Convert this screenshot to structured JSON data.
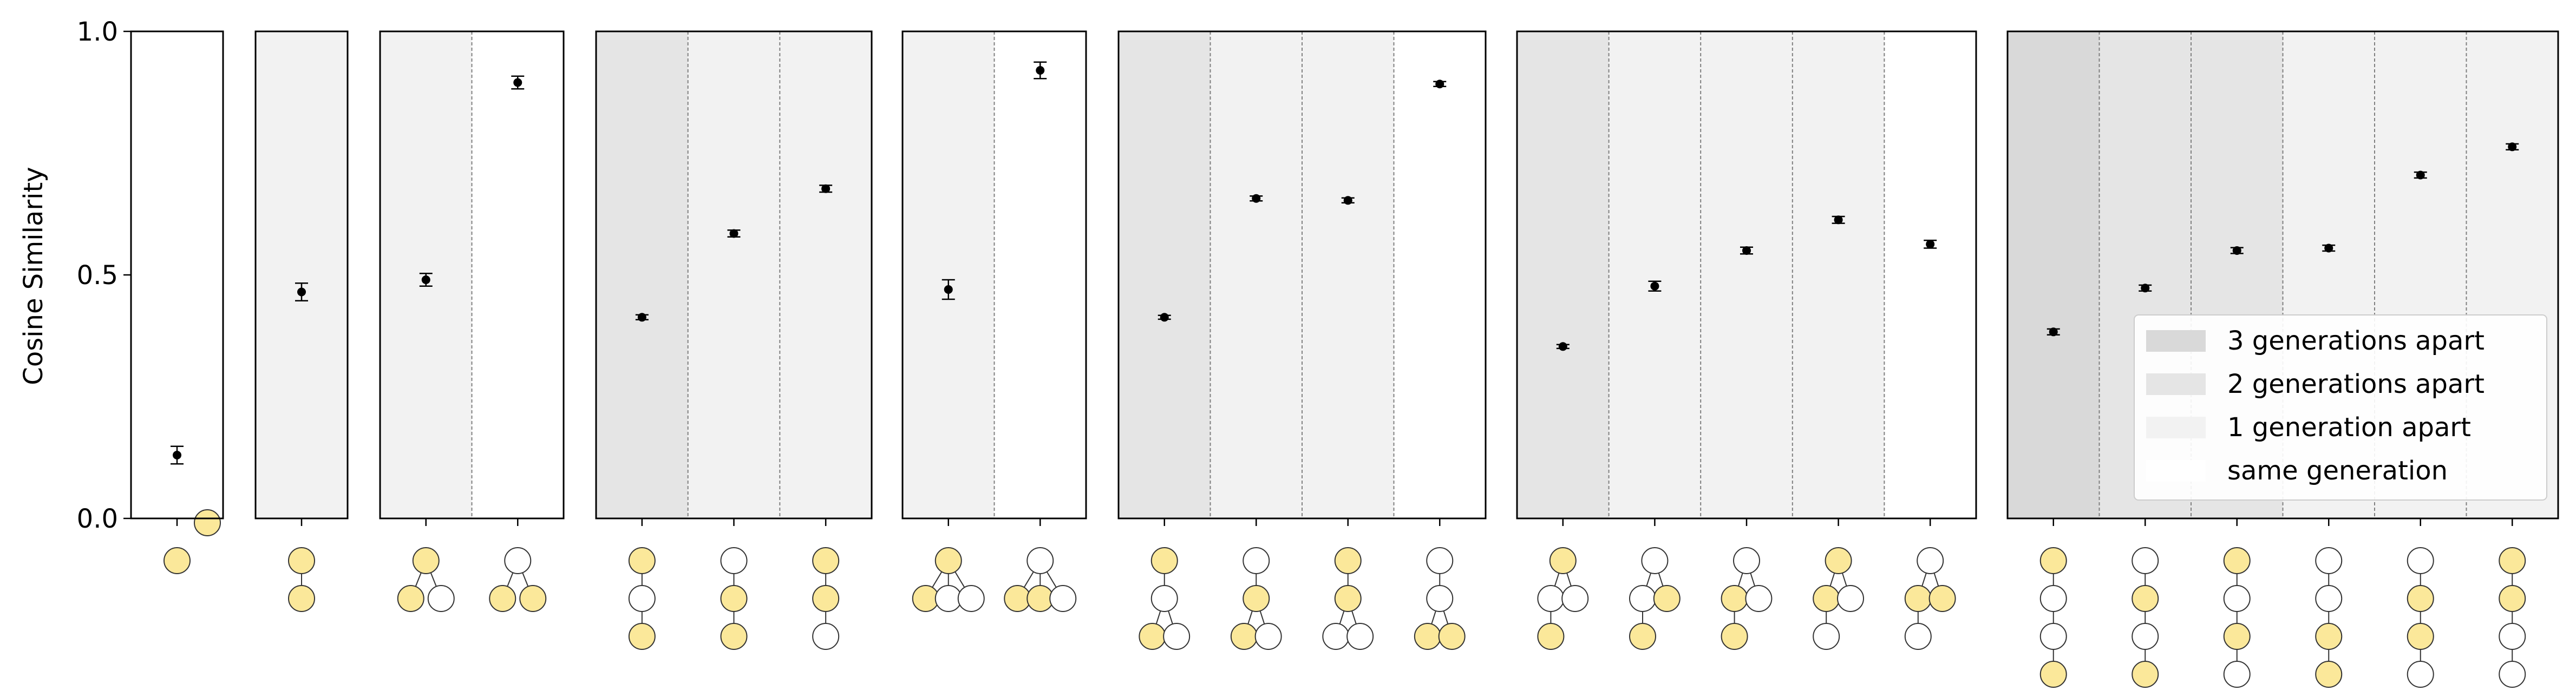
{
  "chart_data": {
    "type": "scatter",
    "ylabel": "Cosine Similarity",
    "ylim": [
      0.0,
      1.0
    ],
    "y_ticks": [
      "0.0",
      "0.5",
      "1.0"
    ],
    "error_bars": true,
    "grid": false,
    "legend_position": "lower-right (last panel)",
    "legend": [
      {
        "label": "3 generations apart",
        "gen": 3
      },
      {
        "label": "2 generations apart",
        "gen": 2
      },
      {
        "label": "1 generation apart",
        "gen": 1
      },
      {
        "label": "same generation",
        "gen": 0
      }
    ],
    "shade_colors": {
      "0": "#ffffff",
      "1": "#f2f2f2",
      "2": "#e5e5e5",
      "3": "#d9d9d9"
    },
    "node_colors": {
      "highlighted": "#fbe89a",
      "plain": "#ffffff",
      "stroke": "#333333"
    },
    "marker_color": "#000000",
    "panels": [
      {
        "categories": [
          {
            "gen": 0,
            "y": 0.13,
            "err": 0.018,
            "tree": {
              "n": [
                [
                  0,
                  0,
                  1
                ],
                [
                  1,
                  -1,
                  1
                ]
              ],
              "e": []
            }
          }
        ]
      },
      {
        "categories": [
          {
            "gen": 1,
            "y": 0.465,
            "err": 0.018,
            "tree": {
              "n": [
                [
                  0,
                  0,
                  1
                ],
                [
                  0,
                  1,
                  1
                ]
              ],
              "e": [
                [
                  0,
                  1
                ]
              ]
            }
          }
        ]
      },
      {
        "categories": [
          {
            "gen": 1,
            "y": 0.49,
            "err": 0.013,
            "tree": {
              "n": [
                [
                  0,
                  0,
                  1
                ],
                [
                  -0.5,
                  1,
                  1
                ],
                [
                  0.5,
                  1,
                  0
                ]
              ],
              "e": [
                [
                  0,
                  1
                ],
                [
                  0,
                  2
                ]
              ]
            }
          },
          {
            "gen": 0,
            "y": 0.895,
            "err": 0.013,
            "tree": {
              "n": [
                [
                  0,
                  0,
                  0
                ],
                [
                  -0.5,
                  1,
                  1
                ],
                [
                  0.5,
                  1,
                  1
                ]
              ],
              "e": [
                [
                  0,
                  1
                ],
                [
                  0,
                  2
                ]
              ]
            }
          }
        ]
      },
      {
        "categories": [
          {
            "gen": 2,
            "y": 0.413,
            "err": 0.005,
            "tree": {
              "n": [
                [
                  0,
                  0,
                  1
                ],
                [
                  0,
                  1,
                  0
                ],
                [
                  0,
                  2,
                  1
                ]
              ],
              "e": [
                [
                  0,
                  1
                ],
                [
                  1,
                  2
                ]
              ]
            }
          },
          {
            "gen": 1,
            "y": 0.585,
            "err": 0.007,
            "tree": {
              "n": [
                [
                  0,
                  0,
                  0
                ],
                [
                  0,
                  1,
                  1
                ],
                [
                  0,
                  2,
                  1
                ]
              ],
              "e": [
                [
                  0,
                  1
                ],
                [
                  1,
                  2
                ]
              ]
            }
          },
          {
            "gen": 1,
            "y": 0.677,
            "err": 0.007,
            "tree": {
              "n": [
                [
                  0,
                  0,
                  1
                ],
                [
                  0,
                  1,
                  1
                ],
                [
                  0,
                  2,
                  0
                ]
              ],
              "e": [
                [
                  0,
                  1
                ],
                [
                  1,
                  2
                ]
              ]
            }
          }
        ]
      },
      {
        "categories": [
          {
            "gen": 1,
            "y": 0.47,
            "err": 0.02,
            "tree": {
              "n": [
                [
                  0,
                  0,
                  1
                ],
                [
                  -0.75,
                  1,
                  1
                ],
                [
                  0,
                  1,
                  0
                ],
                [
                  0.75,
                  1,
                  0
                ]
              ],
              "e": [
                [
                  0,
                  1
                ],
                [
                  0,
                  2
                ],
                [
                  0,
                  3
                ]
              ]
            }
          },
          {
            "gen": 0,
            "y": 0.92,
            "err": 0.017,
            "tree": {
              "n": [
                [
                  0,
                  0,
                  0
                ],
                [
                  -0.75,
                  1,
                  1
                ],
                [
                  0,
                  1,
                  1
                ],
                [
                  0.75,
                  1,
                  0
                ]
              ],
              "e": [
                [
                  0,
                  1
                ],
                [
                  0,
                  2
                ],
                [
                  0,
                  3
                ]
              ]
            }
          }
        ]
      },
      {
        "categories": [
          {
            "gen": 2,
            "y": 0.413,
            "err": 0.004,
            "tree": {
              "n": [
                [
                  0,
                  0,
                  1
                ],
                [
                  0,
                  1,
                  0
                ],
                [
                  -0.4,
                  2,
                  1
                ],
                [
                  0.4,
                  2,
                  0
                ]
              ],
              "e": [
                [
                  0,
                  1
                ],
                [
                  1,
                  2
                ],
                [
                  1,
                  3
                ]
              ]
            }
          },
          {
            "gen": 1,
            "y": 0.657,
            "err": 0.005,
            "tree": {
              "n": [
                [
                  0,
                  0,
                  0
                ],
                [
                  0,
                  1,
                  1
                ],
                [
                  -0.4,
                  2,
                  1
                ],
                [
                  0.4,
                  2,
                  0
                ]
              ],
              "e": [
                [
                  0,
                  1
                ],
                [
                  1,
                  2
                ],
                [
                  1,
                  3
                ]
              ]
            }
          },
          {
            "gen": 1,
            "y": 0.653,
            "err": 0.005,
            "tree": {
              "n": [
                [
                  0,
                  0,
                  1
                ],
                [
                  0,
                  1,
                  1
                ],
                [
                  -0.4,
                  2,
                  0
                ],
                [
                  0.4,
                  2,
                  0
                ]
              ],
              "e": [
                [
                  0,
                  1
                ],
                [
                  1,
                  2
                ],
                [
                  1,
                  3
                ]
              ]
            }
          },
          {
            "gen": 0,
            "y": 0.892,
            "err": 0.005,
            "tree": {
              "n": [
                [
                  0,
                  0,
                  0
                ],
                [
                  0,
                  1,
                  0
                ],
                [
                  -0.4,
                  2,
                  1
                ],
                [
                  0.4,
                  2,
                  1
                ]
              ],
              "e": [
                [
                  0,
                  1
                ],
                [
                  1,
                  2
                ],
                [
                  1,
                  3
                ]
              ]
            }
          }
        ]
      },
      {
        "categories": [
          {
            "gen": 2,
            "y": 0.353,
            "err": 0.004,
            "tree": {
              "n": [
                [
                  0,
                  0,
                  1
                ],
                [
                  -0.4,
                  1,
                  0
                ],
                [
                  0.4,
                  1,
                  0
                ],
                [
                  -0.4,
                  2,
                  1
                ]
              ],
              "e": [
                [
                  0,
                  1
                ],
                [
                  0,
                  2
                ],
                [
                  1,
                  3
                ]
              ]
            }
          },
          {
            "gen": 1,
            "y": 0.477,
            "err": 0.01,
            "tree": {
              "n": [
                [
                  0,
                  0,
                  0
                ],
                [
                  -0.4,
                  1,
                  0
                ],
                [
                  0.4,
                  1,
                  1
                ],
                [
                  -0.4,
                  2,
                  1
                ]
              ],
              "e": [
                [
                  0,
                  1
                ],
                [
                  0,
                  2
                ],
                [
                  1,
                  3
                ]
              ]
            }
          },
          {
            "gen": 1,
            "y": 0.55,
            "err": 0.007,
            "tree": {
              "n": [
                [
                  0,
                  0,
                  0
                ],
                [
                  -0.4,
                  1,
                  1
                ],
                [
                  0.4,
                  1,
                  0
                ],
                [
                  -0.4,
                  2,
                  1
                ]
              ],
              "e": [
                [
                  0,
                  1
                ],
                [
                  0,
                  2
                ],
                [
                  1,
                  3
                ]
              ]
            }
          },
          {
            "gen": 1,
            "y": 0.613,
            "err": 0.007,
            "tree": {
              "n": [
                [
                  0,
                  0,
                  1
                ],
                [
                  -0.4,
                  1,
                  1
                ],
                [
                  0.4,
                  1,
                  0
                ],
                [
                  -0.4,
                  2,
                  0
                ]
              ],
              "e": [
                [
                  0,
                  1
                ],
                [
                  0,
                  2
                ],
                [
                  1,
                  3
                ]
              ]
            }
          },
          {
            "gen": 0,
            "y": 0.563,
            "err": 0.008,
            "tree": {
              "n": [
                [
                  0,
                  0,
                  0
                ],
                [
                  -0.4,
                  1,
                  1
                ],
                [
                  0.4,
                  1,
                  1
                ],
                [
                  -0.4,
                  2,
                  0
                ]
              ],
              "e": [
                [
                  0,
                  1
                ],
                [
                  0,
                  2
                ],
                [
                  1,
                  3
                ]
              ]
            }
          }
        ]
      },
      {
        "categories": [
          {
            "gen": 3,
            "y": 0.383,
            "err": 0.006,
            "tree": {
              "n": [
                [
                  0,
                  0,
                  1
                ],
                [
                  0,
                  1,
                  0
                ],
                [
                  0,
                  2,
                  0
                ],
                [
                  0,
                  3,
                  1
                ]
              ],
              "e": [
                [
                  0,
                  1
                ],
                [
                  1,
                  2
                ],
                [
                  2,
                  3
                ]
              ]
            }
          },
          {
            "gen": 2,
            "y": 0.473,
            "err": 0.006,
            "tree": {
              "n": [
                [
                  0,
                  0,
                  0
                ],
                [
                  0,
                  1,
                  1
                ],
                [
                  0,
                  2,
                  0
                ],
                [
                  0,
                  3,
                  1
                ]
              ],
              "e": [
                [
                  0,
                  1
                ],
                [
                  1,
                  2
                ],
                [
                  2,
                  3
                ]
              ]
            }
          },
          {
            "gen": 2,
            "y": 0.55,
            "err": 0.006,
            "tree": {
              "n": [
                [
                  0,
                  0,
                  1
                ],
                [
                  0,
                  1,
                  0
                ],
                [
                  0,
                  2,
                  1
                ],
                [
                  0,
                  3,
                  0
                ]
              ],
              "e": [
                [
                  0,
                  1
                ],
                [
                  1,
                  2
                ],
                [
                  2,
                  3
                ]
              ]
            }
          },
          {
            "gen": 1,
            "y": 0.555,
            "err": 0.006,
            "tree": {
              "n": [
                [
                  0,
                  0,
                  0
                ],
                [
                  0,
                  1,
                  0
                ],
                [
                  0,
                  2,
                  1
                ],
                [
                  0,
                  3,
                  1
                ]
              ],
              "e": [
                [
                  0,
                  1
                ],
                [
                  1,
                  2
                ],
                [
                  2,
                  3
                ]
              ]
            }
          },
          {
            "gen": 1,
            "y": 0.705,
            "err": 0.006,
            "tree": {
              "n": [
                [
                  0,
                  0,
                  0
                ],
                [
                  0,
                  1,
                  1
                ],
                [
                  0,
                  2,
                  1
                ],
                [
                  0,
                  3,
                  0
                ]
              ],
              "e": [
                [
                  0,
                  1
                ],
                [
                  1,
                  2
                ],
                [
                  2,
                  3
                ]
              ]
            }
          },
          {
            "gen": 1,
            "y": 0.763,
            "err": 0.006,
            "tree": {
              "n": [
                [
                  0,
                  0,
                  1
                ],
                [
                  0,
                  1,
                  1
                ],
                [
                  0,
                  2,
                  0
                ],
                [
                  0,
                  3,
                  0
                ]
              ],
              "e": [
                [
                  0,
                  1
                ],
                [
                  1,
                  2
                ],
                [
                  2,
                  3
                ]
              ]
            }
          }
        ]
      }
    ]
  }
}
